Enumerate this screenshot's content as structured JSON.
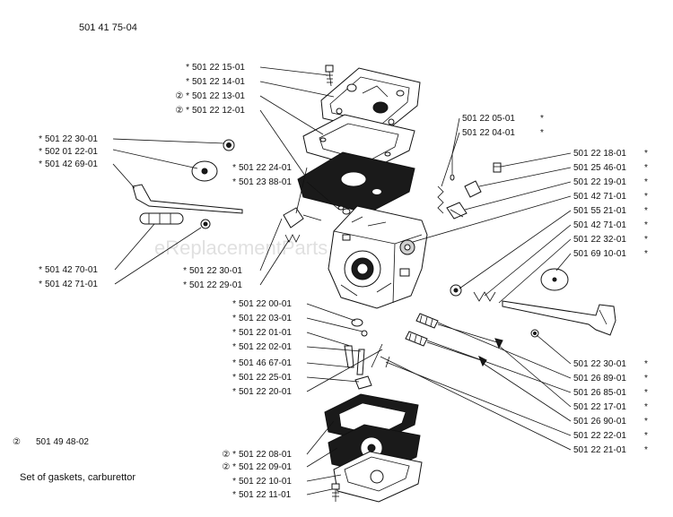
{
  "header": {
    "diagram_number": "501 41 75-04"
  },
  "watermark": "eReplacementParts.com",
  "legend": {
    "symbol": "②",
    "kit_number": "501 49 48-02",
    "kit_label": "Set of gaskets, carburettor"
  },
  "callouts": {
    "c01": {
      "mark": "*",
      "part": "501 22 15-01"
    },
    "c02": {
      "mark": "*",
      "part": "501 22 14-01"
    },
    "c03": {
      "mark": "② *",
      "part": "501 22 13-01"
    },
    "c04": {
      "mark": "② *",
      "part": "501 22 12-01"
    },
    "c05": {
      "mark": "*",
      "part": "501 22 30-01"
    },
    "c06": {
      "mark": "*",
      "part": "502 01 22-01"
    },
    "c07": {
      "mark": "*",
      "part": "501 42 69-01"
    },
    "c08": {
      "mark": "*",
      "part": "501 22 24-01"
    },
    "c09": {
      "mark": "*",
      "part": "501 23 88-01"
    },
    "c10": {
      "mark": "*",
      "part": "501 42 70-01"
    },
    "c11": {
      "mark": "*",
      "part": "501 42 71-01"
    },
    "c12": {
      "mark": "*",
      "part": "501 22 30-01"
    },
    "c13": {
      "mark": "*",
      "part": "501 22 29-01"
    },
    "c14": {
      "mark": "*",
      "part": "501 22 00-01"
    },
    "c15": {
      "mark": "*",
      "part": "501 22 03-01"
    },
    "c16": {
      "mark": "*",
      "part": "501 22 01-01"
    },
    "c17": {
      "mark": "*",
      "part": "501 22 02-01"
    },
    "c18": {
      "mark": "*",
      "part": "501 46 67-01"
    },
    "c19": {
      "mark": "*",
      "part": "501 22 25-01"
    },
    "c20": {
      "mark": "*",
      "part": "501 22 20-01"
    },
    "c21": {
      "mark": "② *",
      "part": "501 22 08-01"
    },
    "c22": {
      "mark": "② *",
      "part": "501 22 09-01"
    },
    "c23": {
      "mark": "*",
      "part": "501 22 10-01"
    },
    "c24": {
      "mark": "*",
      "part": "501 22 11-01"
    },
    "c25": {
      "part": "501 22 05-01",
      "mark": "*"
    },
    "c26": {
      "part": "501 22 04-01",
      "mark": "*"
    },
    "c27": {
      "part": "501 22 18-01",
      "mark": "*"
    },
    "c28": {
      "part": "501 25 46-01",
      "mark": "*"
    },
    "c29": {
      "part": "501 22 19-01",
      "mark": "*"
    },
    "c30": {
      "part": "501 42 71-01",
      "mark": "*"
    },
    "c31": {
      "part": "501 55 21-01",
      "mark": "*"
    },
    "c32": {
      "part": "501 42 71-01",
      "mark": "*"
    },
    "c33": {
      "part": "501 22 32-01",
      "mark": "*"
    },
    "c34": {
      "part": "501 69 10-01",
      "mark": "*"
    },
    "c35": {
      "part": "501 22 30-01",
      "mark": "*"
    },
    "c36": {
      "part": "501 26 89-01",
      "mark": "*"
    },
    "c37": {
      "part": "501 26 85-01",
      "mark": "*"
    },
    "c38": {
      "part": "501 22 17-01",
      "mark": "*"
    },
    "c39": {
      "part": "501 26 90-01",
      "mark": "*"
    },
    "c40": {
      "part": "501 22 22-01",
      "mark": "*"
    },
    "c41": {
      "part": "501 22 21-01",
      "mark": "*"
    }
  }
}
